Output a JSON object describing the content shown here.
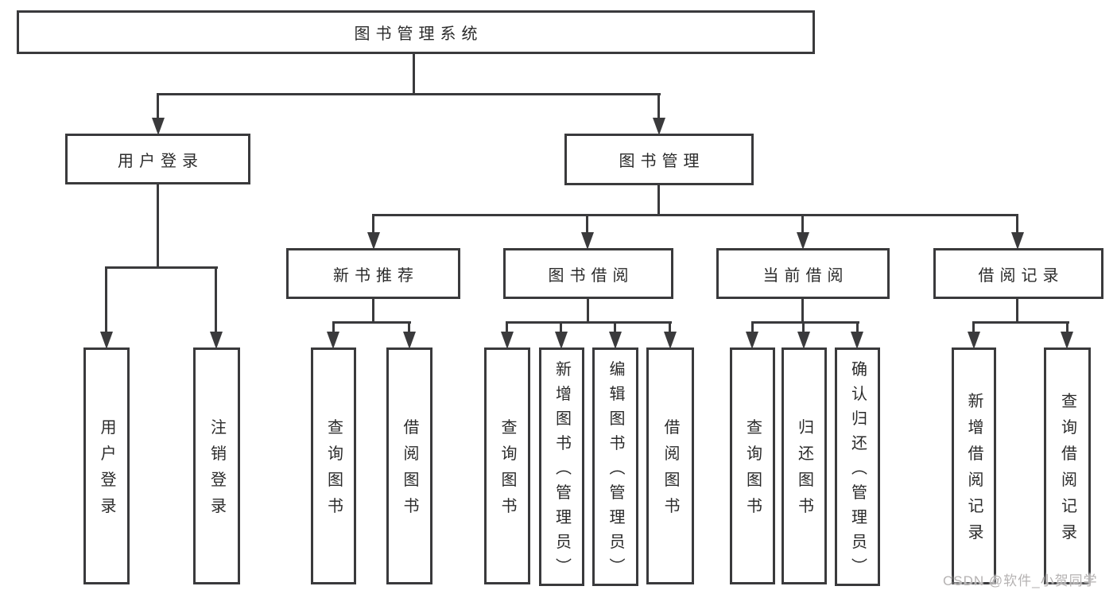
{
  "colors": {
    "line": "#3a3a3c",
    "text": "#2b2b2b",
    "node-bg": "#ffffff",
    "page-bg": "#ffffff",
    "watermark": "#b5b2b2"
  },
  "nodes": {
    "root": "图书管理系统",
    "user_login": "用户登录",
    "book_mgmt": "图书管理",
    "new_books": "新书推荐",
    "book_borrow": "图书借阅",
    "current_borrow": "当前借阅",
    "borrow_records": "借阅记录",
    "leaf_user_login": "用户登录",
    "leaf_logout": "注销登录",
    "leaf_nb_query": "查询图书",
    "leaf_nb_borrow": "借阅图书",
    "leaf_bb_query": "查询图书",
    "leaf_bb_add": "新增图书（管理员）",
    "leaf_bb_edit": "编辑图书（管理员）",
    "leaf_bb_borrow": "借阅图书",
    "leaf_cb_query": "查询图书",
    "leaf_cb_return": "归还图书",
    "leaf_cb_confirm": "确认归还（管理员）",
    "leaf_br_add": "新增借阅记录",
    "leaf_br_query": "查询借阅记录"
  },
  "watermark": "CSDN @软件_小贺同学"
}
